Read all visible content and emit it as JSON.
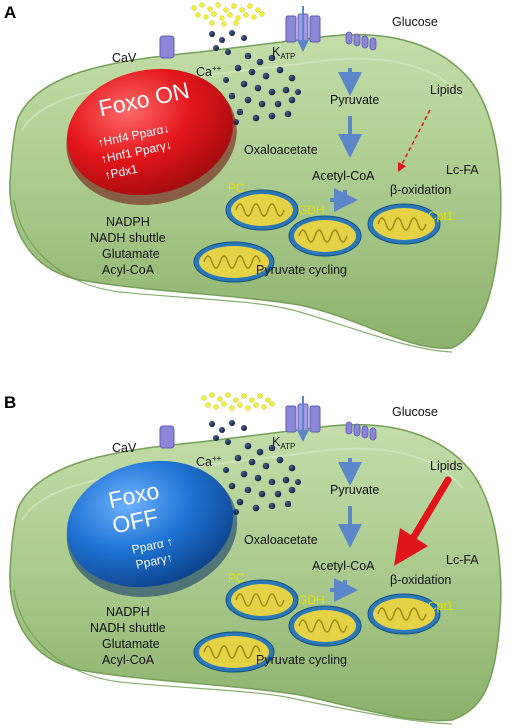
{
  "panels": [
    {
      "letter": "A",
      "nucleus": {
        "title_line1": "Foxo ON",
        "title_line2": "",
        "color": "#e0141a",
        "genes": [
          "↑Hnf4 Pparα↓",
          "↑Hnf1 Pparγ↓",
          "↑Pdx1"
        ]
      },
      "lipid_arrow": "dashed-thin",
      "labels": {
        "glucose": "Glucose",
        "cav": "CaV",
        "katp": "K",
        "katp_sub": "ATP",
        "ca": "Ca",
        "ca_sup": "++",
        "pyruvate": "Pyruvate",
        "lipids": "Lipids",
        "oxaloacetate": "Oxaloacetate",
        "acetylcoa": "Acetyl-CoA",
        "lcfa": "Lc-FA",
        "boxidation": "β-oxidation",
        "pc": "PC",
        "gdh": "GDH",
        "cpt1": "Cpt1",
        "nadph": "NADPH",
        "nadh": "NADH shuttle",
        "glutamate": "Glutamate",
        "acylcoa": "Acyl-CoA",
        "pyrcycling": "Pyruvate cycling"
      }
    },
    {
      "letter": "B",
      "nucleus": {
        "title_line1": "Foxo",
        "title_line2": "OFF",
        "color": "#1c6fd0",
        "genes": [
          "Pparα ↑",
          "Pparγ↑"
        ]
      },
      "lipid_arrow": "bold-solid",
      "labels": {
        "glucose": "Glucose",
        "cav": "CaV",
        "katp": "K",
        "katp_sub": "ATP",
        "ca": "Ca",
        "ca_sup": "++",
        "pyruvate": "Pyruvate",
        "lipids": "Lipids",
        "oxaloacetate": "Oxaloacetate",
        "acetylcoa": "Acetyl-CoA",
        "lcfa": "Lc-FA",
        "boxidation": "β-oxidation",
        "pc": "PC",
        "gdh": "GDH",
        "cpt1": "Cpt1",
        "nadph": "NADPH",
        "nadh": "NADH shuttle",
        "glutamate": "Glutamate",
        "acylcoa": "Acyl-CoA",
        "pyrcycling": "Pyruvate cycling"
      }
    }
  ],
  "colors": {
    "cell_fill": "#a9c98a",
    "cell_edge": "#6e9a4e",
    "pathway_arrow": "#5b86c8",
    "channel": "#8c86d8",
    "granule": "#f3ef3c",
    "calcium_dot": "#1c2c55",
    "mito_outer": "#2a78b8",
    "mito_inner": "#e6d246",
    "lipid_arrow": "#e0141a"
  }
}
